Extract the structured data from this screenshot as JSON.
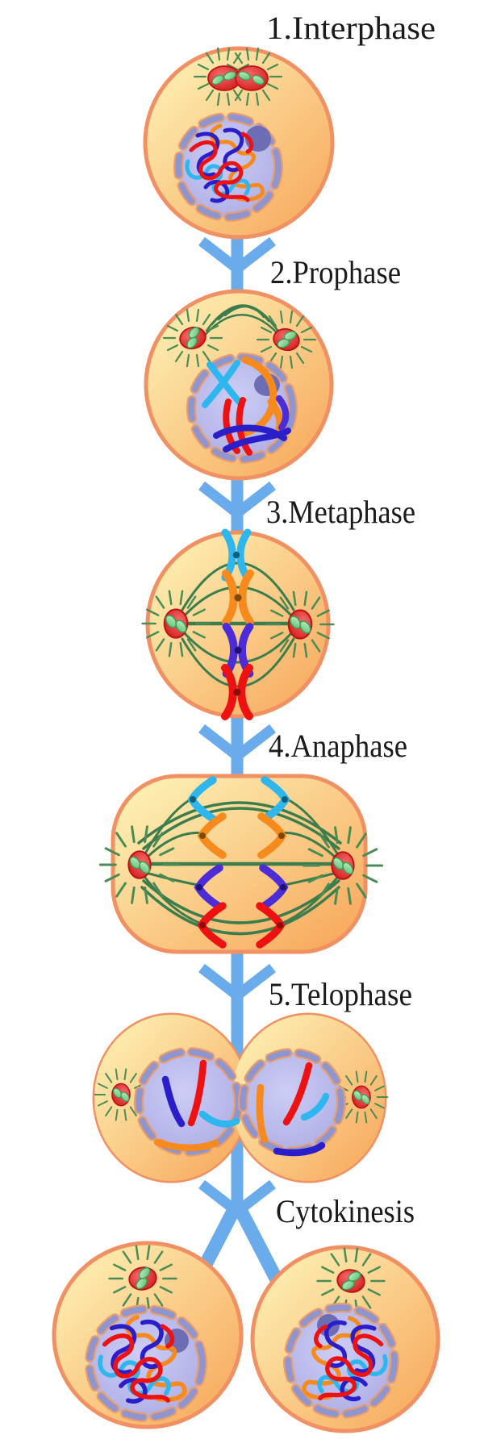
{
  "stages": [
    {
      "name": "interphase",
      "label": "1.Interphase"
    },
    {
      "name": "prophase",
      "label": "2.Prophase"
    },
    {
      "name": "metaphase",
      "label": "3.Metaphase"
    },
    {
      "name": "anaphase",
      "label": "4.Anaphase"
    },
    {
      "name": "telophase",
      "label": "5.Telophase"
    },
    {
      "name": "cytokinesis",
      "label": "Cytokinesis"
    }
  ],
  "colors": {
    "arrow": "#6aaceb",
    "label_ink": "#1a1a1a",
    "cell_border": "#f19063",
    "cell_fill_light": "#fdf6bb",
    "cell_fill_dark": "#f7a457",
    "nucleus_fill": "#b9b9ee",
    "nucleus_envelope": "#8e95cf",
    "nucleus_envelope_halo": "#e89d6d",
    "nucleolus": "#6d6db6",
    "aster_green": "#4a8c55",
    "spindle_green": "#3c7d4e",
    "centrosome_red": "#d31616",
    "centriole_green": "#7fd492",
    "chr_red": "#ee1111",
    "chr_blue": "#2a1ecb",
    "chr_cyan": "#2eb7ef",
    "chr_orange": "#f68a1c",
    "chr_indigo": "#4b2cd6"
  }
}
